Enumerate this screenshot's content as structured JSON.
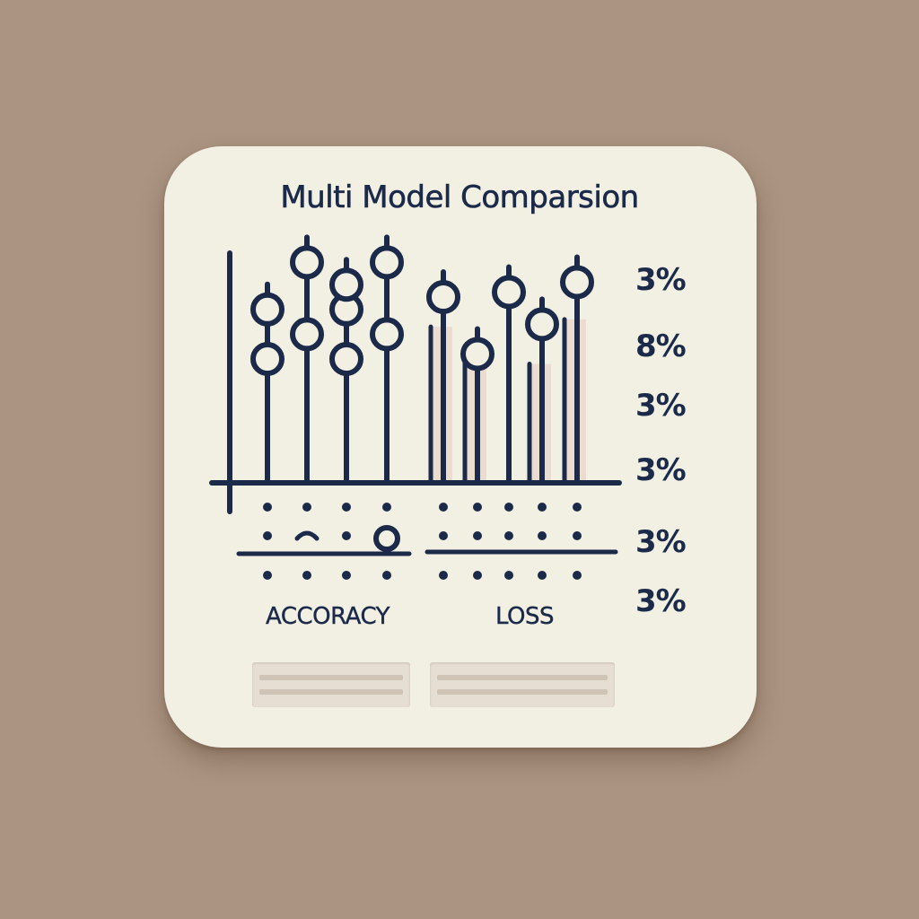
{
  "chart_data": {
    "type": "scatter",
    "title": "Multi Model Comparsion",
    "xlabel": "",
    "ylabel": "",
    "series_labels": [
      "ACCORACY",
      "LOSS"
    ],
    "y_tick_labels": [
      "3%",
      "8%",
      "3%",
      "3%",
      "3%",
      "3%"
    ],
    "series": [
      {
        "name": "ACCORACY",
        "x": [
          1,
          1,
          2,
          2,
          3,
          3,
          3,
          4,
          4
        ],
        "y": [
          7.0,
          5.0,
          8.9,
          6.0,
          7.0,
          5.0,
          8.0,
          8.9,
          6.0
        ]
      },
      {
        "name": "LOSS",
        "x": [
          5,
          6,
          7,
          8,
          9
        ],
        "y": [
          7.5,
          5.2,
          7.7,
          6.4,
          8.1
        ]
      }
    ],
    "bars": [
      {
        "x": 5,
        "value": 6.3
      },
      {
        "x": 6,
        "value": 5.2
      },
      {
        "x": 8,
        "value": 4.8
      },
      {
        "x": 9,
        "value": 6.6
      }
    ],
    "ylim": [
      0,
      10
    ],
    "grid": false,
    "legend": "none",
    "colors": {
      "ink": "#1c2a4a",
      "card": "#f2efe3",
      "background": "#ab9482",
      "bar_fill": "#e8d6c8"
    }
  }
}
